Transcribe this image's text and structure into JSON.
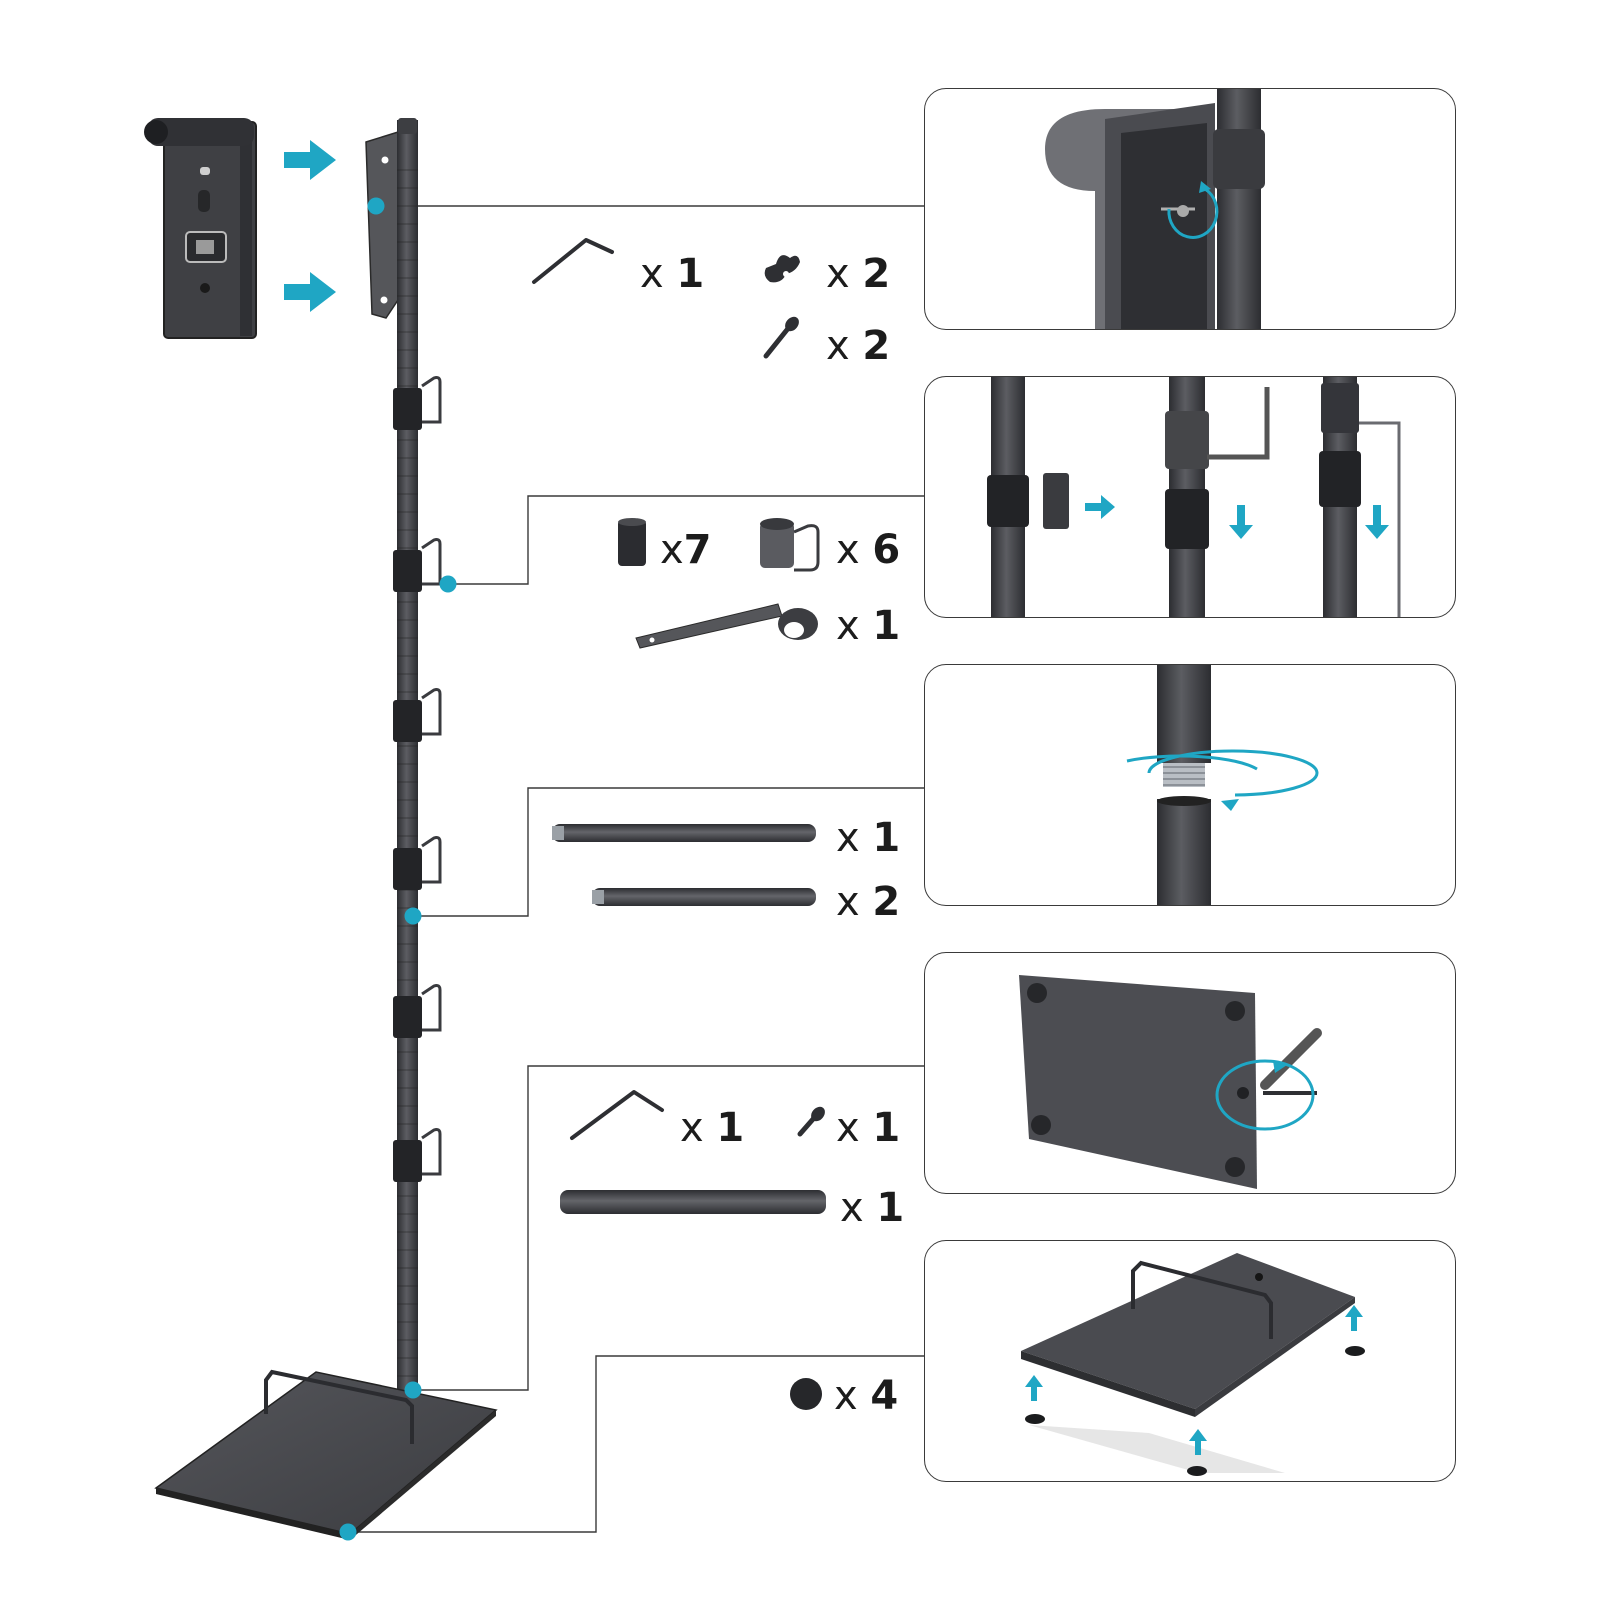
{
  "colors": {
    "accent": "#1fa6c4",
    "metal": "#4a4b4f",
    "metal_dark": "#2e2f33",
    "line": "#3a3a3a"
  },
  "parts": [
    {
      "id": "hex-key-top",
      "icon": "allen-key-icon",
      "x": "x",
      "n": "1"
    },
    {
      "id": "wing-nut",
      "icon": "wing-nut-icon",
      "x": "x",
      "n": "2"
    },
    {
      "id": "screw-top",
      "icon": "screw-icon",
      "x": "x",
      "n": "2"
    },
    {
      "id": "connector-sleeve",
      "icon": "sleeve-icon",
      "x": "x",
      "n": "7"
    },
    {
      "id": "hook-sleeve",
      "icon": "hook-sleeve-icon",
      "x": "x",
      "n": "6"
    },
    {
      "id": "top-bracket",
      "icon": "bracket-icon",
      "x": "x",
      "n": "1"
    },
    {
      "id": "pole-long",
      "icon": "pole-icon",
      "x": "x",
      "n": "1"
    },
    {
      "id": "pole-short",
      "icon": "pole-icon",
      "x": "x",
      "n": "2"
    },
    {
      "id": "hex-key-base",
      "icon": "allen-key-icon",
      "x": "x",
      "n": "1"
    },
    {
      "id": "screw-base",
      "icon": "screw-icon",
      "x": "x",
      "n": "1"
    },
    {
      "id": "base-pole",
      "icon": "pole-icon",
      "x": "x",
      "n": "1"
    },
    {
      "id": "foot-pad",
      "icon": "foot-pad-icon",
      "x": "x",
      "n": "4"
    }
  ]
}
